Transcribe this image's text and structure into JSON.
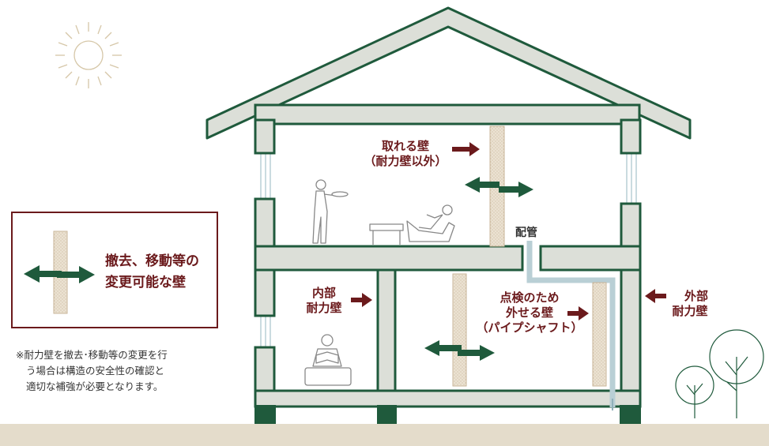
{
  "legend": {
    "line1": "撤去、移動等の",
    "line2": "変更可能な壁"
  },
  "note": {
    "line1": "※耐力壁を撤去･移動等の変更を行",
    "line2": "う場合は構造の安全性の確認と",
    "line3": "適切な補強が必要となります。"
  },
  "labels": {
    "removable_wall_line1": "取れる壁",
    "removable_wall_line2": "（耐力壁以外）",
    "pipe": "配管",
    "inner_wall_line1": "内部",
    "inner_wall_line2": "耐力壁",
    "inspection_wall_line1": "点検のため",
    "inspection_wall_line2": "外せる壁",
    "inspection_wall_line3": "（パイプシャフト）",
    "outer_wall_line1": "外部",
    "outer_wall_line2": "耐力壁"
  },
  "colors": {
    "structure_green": "#1f5a3c",
    "beam_fill": "#dcdfd8",
    "label_maroon": "#6b1a1c",
    "partition_fill": "#e6dccb",
    "ground": "#e4dccb",
    "pipe": "#b9cfd5",
    "sun": "#d6c7a8"
  },
  "icons": [
    "sun-icon",
    "tree-icon",
    "person-carrying-icon",
    "person-reclining-icon",
    "person-reading-icon",
    "double-arrow-icon",
    "right-arrow-icon",
    "left-arrow-icon"
  ]
}
